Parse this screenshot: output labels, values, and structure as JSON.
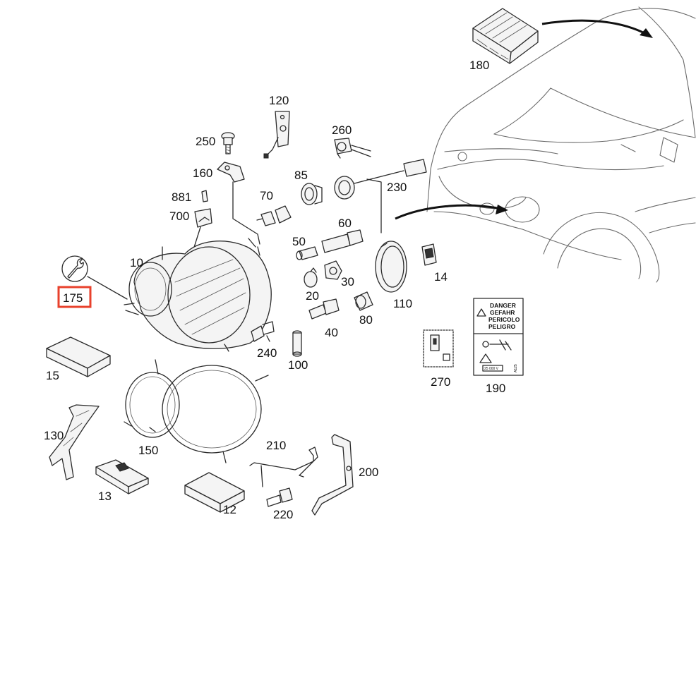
{
  "labels": {
    "p180": "180",
    "p120": "120",
    "p260": "260",
    "p250": "250",
    "p160": "160",
    "p85": "85",
    "p230": "230",
    "p881": "881",
    "p70": "70",
    "p700": "700",
    "p60": "60",
    "p50": "50",
    "p10": "10",
    "p175": "175",
    "p20": "20",
    "p30": "30",
    "p14": "14",
    "p110": "110",
    "p40": "40",
    "p80": "80",
    "p240": "240",
    "p100": "100",
    "p15": "15",
    "p270": "270",
    "p190": "190",
    "p130": "130",
    "p150": "150",
    "p210": "210",
    "p200": "200",
    "p13": "13",
    "p12": "12",
    "p220": "220"
  },
  "warning_label": {
    "lines": [
      "DANGER",
      "GEFAHR",
      "PERICOLO",
      "PELIGRO"
    ],
    "code": "A125 ",
    "voltage": "25 000 V"
  },
  "highlight": {
    "part": "175",
    "color": "#e8412c"
  }
}
